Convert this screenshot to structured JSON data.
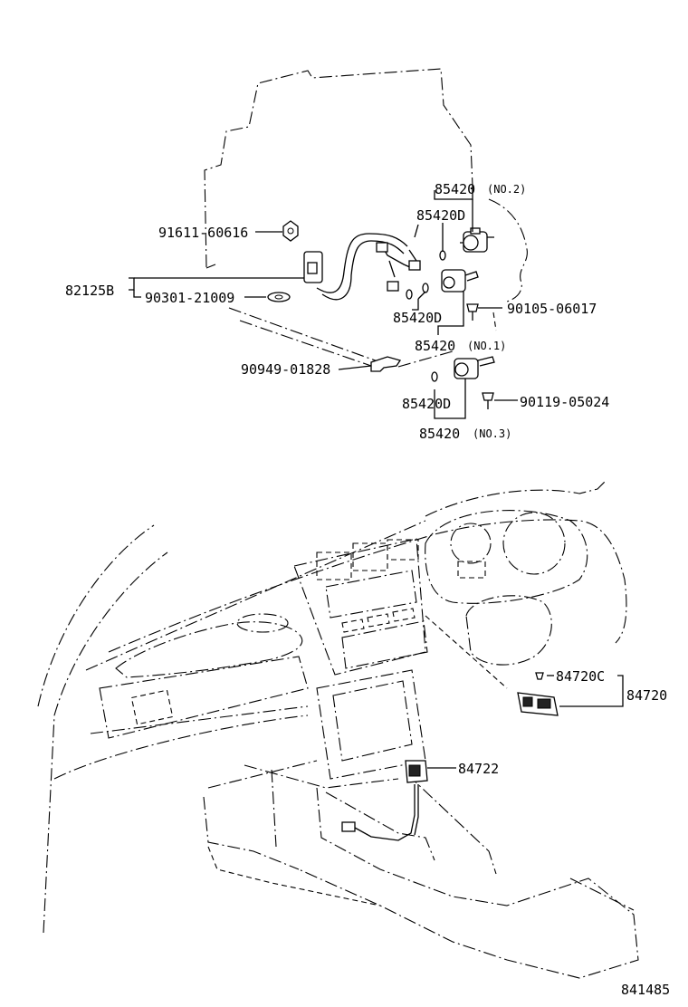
{
  "labels": {
    "p91611": "91611-60616",
    "p82125b": "82125B",
    "p90301": "90301-21009",
    "p90949": "90949-01828",
    "p85420_no2": "85420",
    "no2": "(NO.2)",
    "p85420d_a": "85420D",
    "p85420d_b": "85420D",
    "p90105": "90105-06017",
    "p85420_no1": "85420",
    "no1": "(NO.1)",
    "p85420d_c": "85420D",
    "p90119": "90119-05024",
    "p85420_no3": "85420",
    "no3": "(NO.3)",
    "p84720c": "84720C",
    "p84720": "84720",
    "p84722": "84722",
    "diagram_id": "841485"
  }
}
